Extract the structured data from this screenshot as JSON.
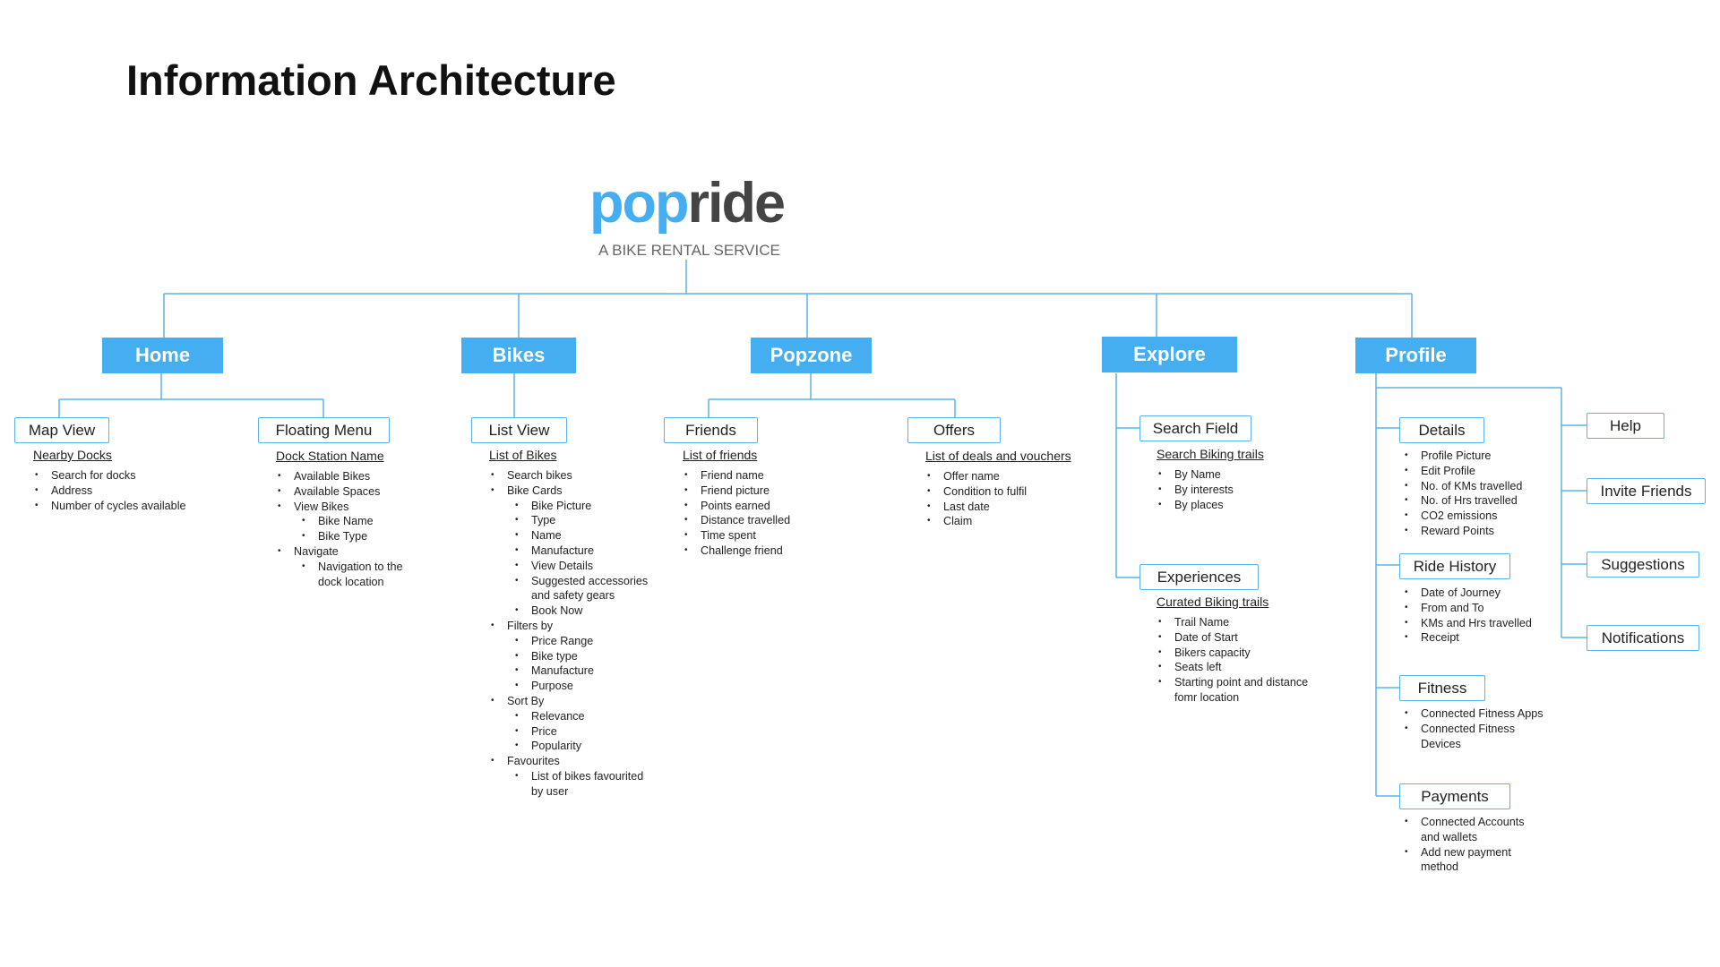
{
  "title": "Information Architecture",
  "logo": {
    "pop": "pop",
    "ride": "ride",
    "tagline": "A BIKE RENTAL SERVICE"
  },
  "colors": {
    "accent": "#45aef0",
    "line": "#5ab3e8"
  },
  "sections": {
    "home": {
      "label": "Home",
      "map_view": {
        "label": "Map View",
        "heading": "Nearby Docks",
        "items": [
          "Search for docks",
          "Address",
          "Number of cycles available"
        ]
      },
      "floating_menu": {
        "label": "Floating Menu",
        "heading": "Dock Station Name",
        "items": [
          "Available Bikes",
          "Available Spaces",
          "View Bikes",
          "Bike Name",
          "Bike Type",
          "Navigate",
          "Navigation to the",
          "dock location"
        ]
      }
    },
    "bikes": {
      "label": "Bikes",
      "list_view": {
        "label": "List View",
        "heading": "List of Bikes",
        "items": [
          "Search bikes",
          "Bike Cards",
          "Bike Picture",
          "Type",
          "Name",
          "Manufacture",
          "View Details",
          "Suggested accessories",
          "and safety gears",
          "Book Now",
          "Filters by",
          "Price Range",
          "Bike type",
          "Manufacture",
          "Purpose",
          "Sort By",
          "Relevance",
          "Price",
          "Popularity",
          "Favourites",
          "List of bikes favourited",
          "by user"
        ]
      }
    },
    "popzone": {
      "label": "Popzone",
      "friends": {
        "label": "Friends",
        "heading": "List of friends",
        "items": [
          "Friend name",
          "Friend picture",
          "Points earned",
          "Distance travelled",
          "Time spent",
          "Challenge friend"
        ]
      },
      "offers": {
        "label": "Offers",
        "heading": "List of deals and vouchers",
        "items": [
          "Offer name",
          "Condition to fulfil",
          "Last date",
          "Claim"
        ]
      }
    },
    "explore": {
      "label": "Explore",
      "search_field": {
        "label": "Search Field",
        "heading": "Search Biking trails",
        "items": [
          "By Name",
          "By interests",
          "By places"
        ]
      },
      "experiences": {
        "label": "Experiences",
        "heading": "Curated Biking trails",
        "items": [
          "Trail Name",
          "Date of Start",
          "Bikers capacity",
          "Seats left",
          "Starting point and distance",
          "fomr location"
        ]
      }
    },
    "profile": {
      "label": "Profile",
      "details": {
        "label": "Details",
        "items": [
          "Profile Picture",
          "Edit Profile",
          "No. of KMs travelled",
          "No. of Hrs travelled",
          "CO2 emissions",
          "Reward Points"
        ]
      },
      "ride_history": {
        "label": "Ride History",
        "items": [
          "Date of Journey",
          "From and To",
          "KMs and Hrs travelled",
          "Receipt"
        ]
      },
      "fitness": {
        "label": "Fitness",
        "items": [
          "Connected Fitness Apps",
          "Connected Fitness",
          "Devices"
        ]
      },
      "payments": {
        "label": "Payments",
        "items": [
          "Connected Accounts",
          "and wallets",
          "Add new payment",
          "method"
        ]
      },
      "help": {
        "label": "Help"
      },
      "invite_friends": {
        "label": "Invite Friends"
      },
      "suggestions": {
        "label": "Suggestions"
      },
      "notifications": {
        "label": "Notifications"
      }
    }
  }
}
